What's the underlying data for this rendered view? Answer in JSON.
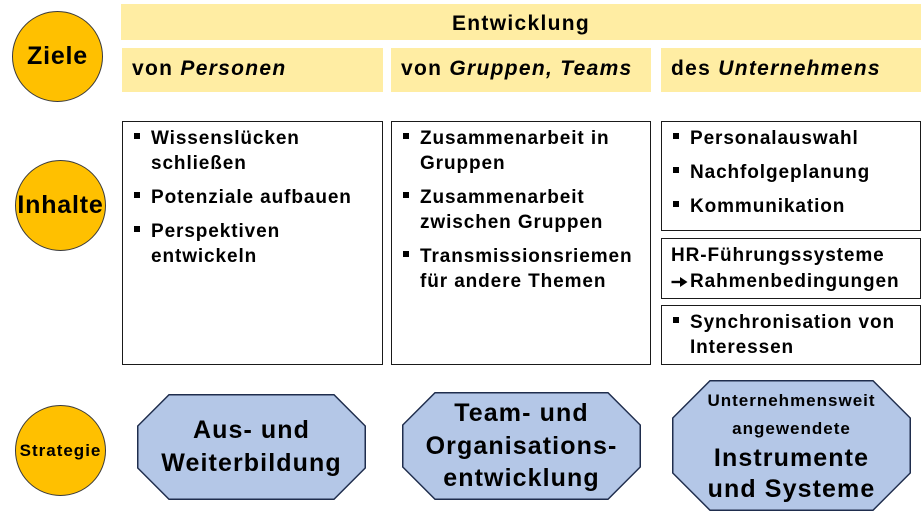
{
  "row_labels": {
    "goals": "Ziele",
    "contents": "Inhalte",
    "strategy": "Strategie"
  },
  "goals": {
    "title": "Entwicklung",
    "columns": [
      {
        "prefix": "von",
        "emphasis": "Personen"
      },
      {
        "prefix": "von",
        "emphasis": "Gruppen, Teams"
      },
      {
        "prefix": "des",
        "emphasis": "Unternehmens"
      }
    ]
  },
  "contents": {
    "persons": [
      [
        "Wissenslücken",
        "schließen"
      ],
      [
        "Potenziale aufbauen"
      ],
      [
        "Perspektiven",
        "entwickeln"
      ]
    ],
    "groups": [
      [
        "Zusammenarbeit in",
        "Gruppen"
      ],
      [
        "Zusammenarbeit",
        "zwischen Gruppen"
      ],
      [
        "Transmissionsriemen",
        "für andere Themen"
      ]
    ],
    "company": {
      "measures": [
        [
          "Personalauswahl"
        ],
        [
          "Nachfolgeplanung"
        ],
        [
          "Kommunikation"
        ]
      ],
      "hr_systems": {
        "title": "HR-Führungssysteme",
        "result": "Rahmenbedingungen"
      },
      "alignment": [
        [
          "Synchronisation von",
          "Interessen"
        ]
      ]
    }
  },
  "strategy": [
    {
      "lines": [
        "Aus- und",
        "Weiterbildung"
      ]
    },
    {
      "lines": [
        "Team- und",
        "Organisations-",
        "entwicklung"
      ]
    },
    {
      "intro": [
        "Unternehmensweit",
        "angewendete"
      ],
      "lines": [
        "Instrumente",
        "und Systeme"
      ]
    }
  ],
  "icons": {
    "list_bullet": "square-bullet-icon",
    "hr_arrow": "arrow-right-icon"
  },
  "colors": {
    "row_label_fill": "#FFC000",
    "header_fill": "#FFEDA3",
    "strategy_fill": "#B4C7E7",
    "strategy_stroke": "#1F2D4D",
    "text": "#000000"
  }
}
